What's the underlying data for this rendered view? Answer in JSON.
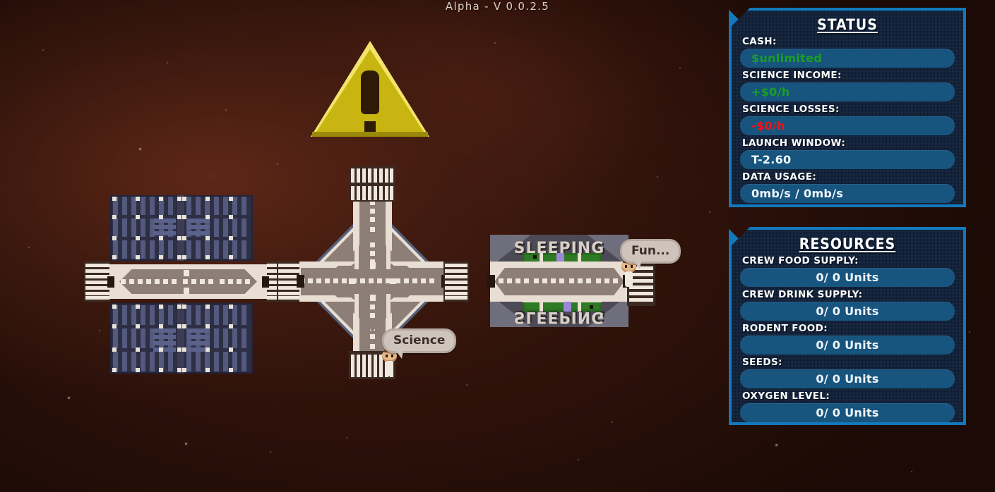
{
  "version_label": "Alpha - V 0.0.2.5",
  "theme": {
    "space_bg": "#2c110a",
    "hud_border": "#1279bd",
    "hud_fill": "#0b1b33",
    "pill_fill": "#17557f",
    "value_green": "#1b9e21",
    "value_red": "#ee1414",
    "value_white": "#f2f6fa",
    "warning_yellow": "#d6c21d",
    "solar_panel": "#535a7d",
    "bed_green": "#2f7a24"
  },
  "status_panel": {
    "title": "STATUS",
    "rows": [
      {
        "label": "CASH:",
        "value": "$unlimited",
        "value_color": "green",
        "align": "left"
      },
      {
        "label": "SCIENCE INCOME:",
        "value": "+$0/h",
        "value_color": "green",
        "align": "left"
      },
      {
        "label": "SCIENCE LOSSES:",
        "value": "-$0/h",
        "value_color": "red",
        "align": "left"
      },
      {
        "label": "LAUNCH WINDOW:",
        "value": "T-2.60",
        "value_color": "white",
        "align": "left"
      },
      {
        "label": "DATA USAGE:",
        "value": "0mb/s / 0mb/s",
        "value_color": "white",
        "align": "left"
      }
    ]
  },
  "resources_panel": {
    "title": "RESOURCES",
    "rows": [
      {
        "label": "CREW FOOD SUPPLY:",
        "value": "0/ 0 Units",
        "value_color": "white",
        "align": "center"
      },
      {
        "label": "CREW DRINK SUPPLY:",
        "value": "0/ 0 Units",
        "value_color": "white",
        "align": "center"
      },
      {
        "label": "RODENT FOOD:",
        "value": "0/ 0 Units",
        "value_color": "white",
        "align": "center"
      },
      {
        "label": "SEEDS:",
        "value": "0/ 0 Units",
        "value_color": "white",
        "align": "center"
      },
      {
        "label": "OXYGEN LEVEL:",
        "value": "0/ 0 Units",
        "value_color": "white",
        "align": "center"
      }
    ]
  },
  "station": {
    "warning_icon": "warning-triangle-icon",
    "modules": [
      {
        "name": "solar-panel-array-upper-left",
        "type": "solar-panel"
      },
      {
        "name": "solar-panel-array-lower-left",
        "type": "solar-panel"
      },
      {
        "name": "corridor-module-left",
        "type": "corridor"
      },
      {
        "name": "hub-junction-center",
        "type": "hub"
      },
      {
        "name": "corridor-module-top",
        "type": "corridor"
      },
      {
        "name": "corridor-module-bottom",
        "type": "corridor"
      },
      {
        "name": "sleeping-module-right",
        "type": "sleeping",
        "label": "SLEEPING"
      }
    ]
  },
  "crew": [
    {
      "name": "crew-member-science",
      "speech": "Science"
    },
    {
      "name": "crew-member-fun",
      "speech": "Fun..."
    }
  ]
}
